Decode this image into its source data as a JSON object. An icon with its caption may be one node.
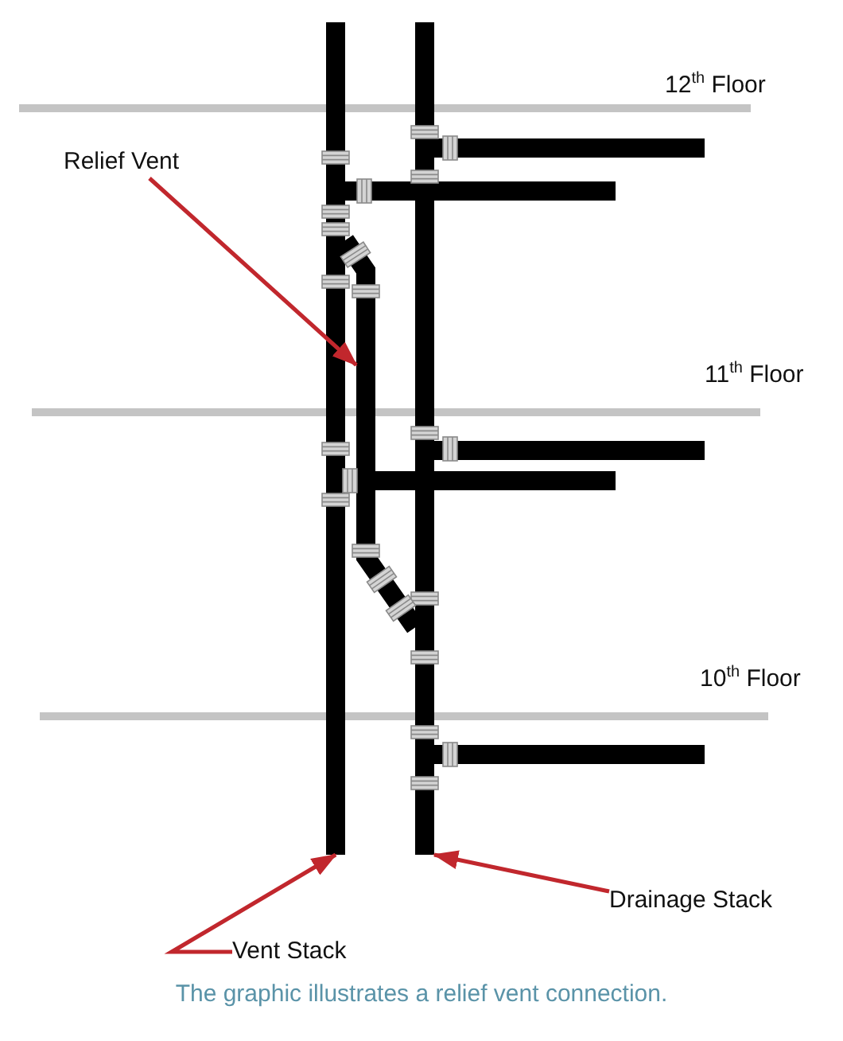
{
  "diagram": {
    "caption": "The graphic illustrates a relief vent connection.",
    "nodes": [
      {
        "text": [
          "Relief Vent"
        ]
      },
      {
        "text": [
          "Vent Stack"
        ]
      },
      {
        "text": [
          "Drainage Stack"
        ]
      },
      {
        "text": [],
        "shape": "bar"
      },
      {
        "text": [],
        "shape": "bar"
      },
      {
        "text": [],
        "shape": "bar"
      }
    ],
    "edges": [
      {
        "from": 0,
        "to": 4,
        "arrow": "to"
      },
      {
        "from": 1,
        "to": 3,
        "arrow": "to"
      },
      {
        "from": 2,
        "to": 5,
        "arrow": "to"
      },
      {
        "from": 3,
        "to": 4,
        "arrow": "none",
        "style": "thick",
        "color": "#000000"
      },
      {
        "from": 4,
        "to": 5,
        "arrow": "none",
        "style": "thick",
        "color": "#000000"
      }
    ],
    "labels": [
      "12$^{th}$ Floor",
      "11$^{th}$ Floor",
      "10$^{th}$ Floor"
    ]
  }
}
